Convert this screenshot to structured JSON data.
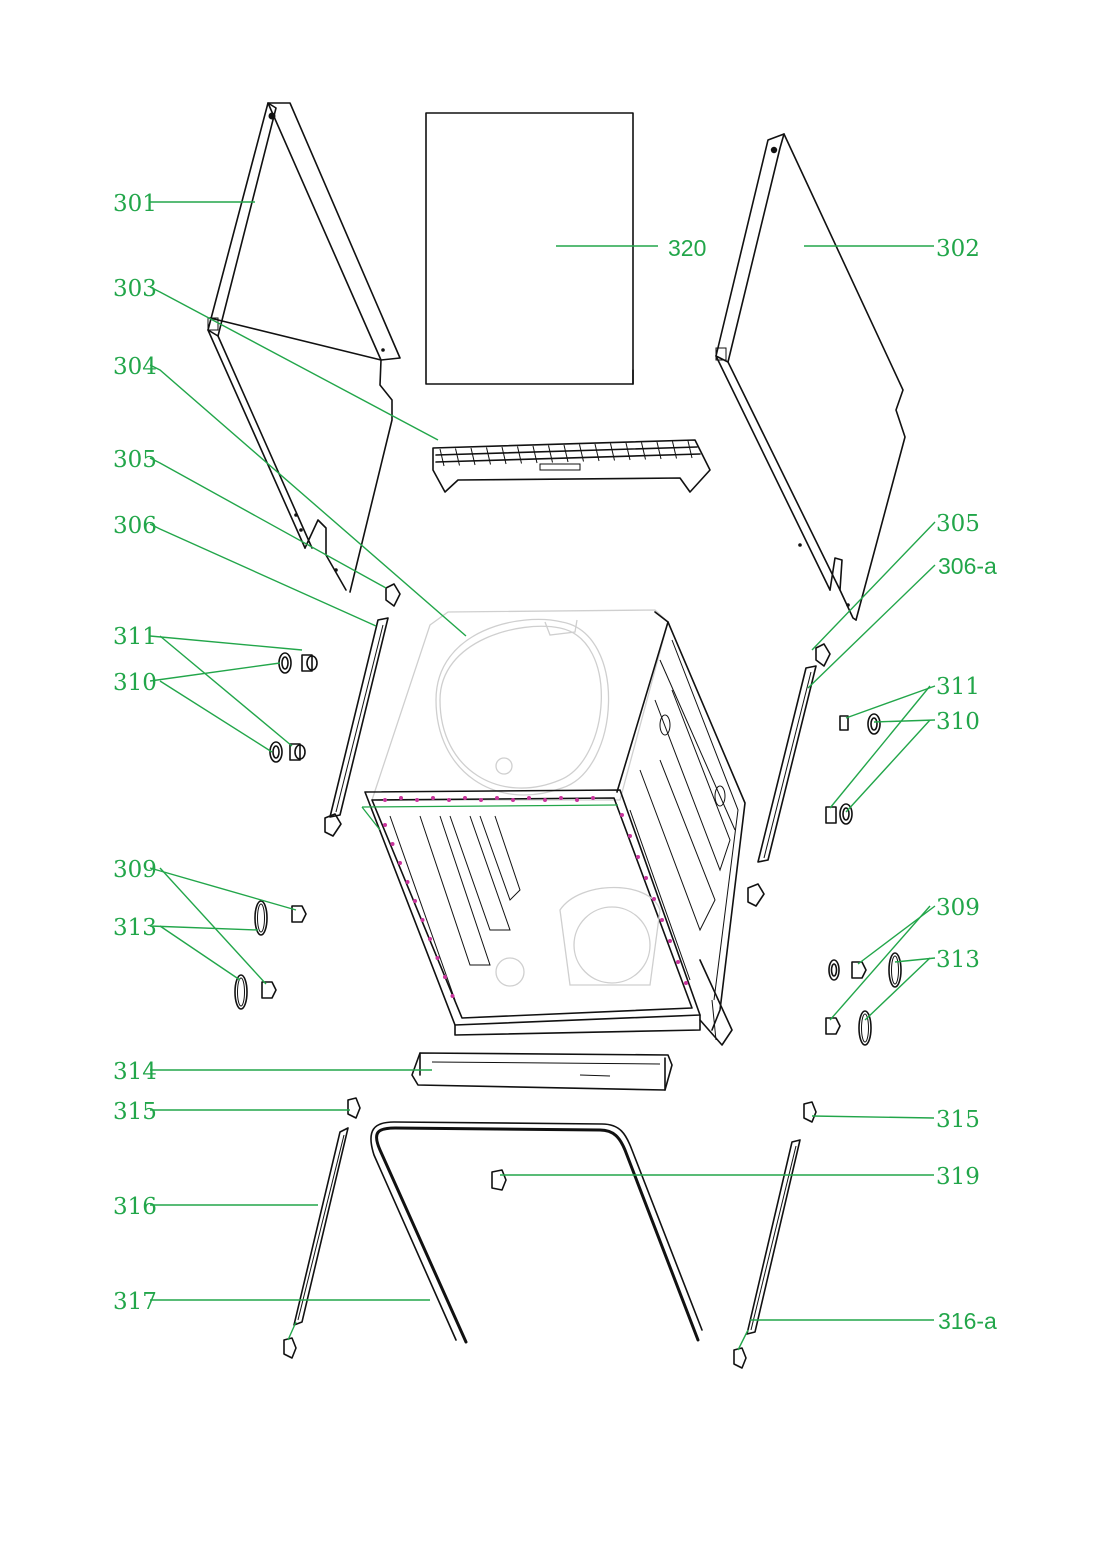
{
  "colors": {
    "callout": "#22a64a",
    "line": "#111111",
    "ghost": "#cfcfcf",
    "screw_marker": "#c8349c"
  },
  "callouts": {
    "c301": "301",
    "c302": "302",
    "c303": "303",
    "c304": "304",
    "c305_left": "305",
    "c305_right": "305",
    "c306": "306",
    "c306a": "306-a",
    "c309_left": "309",
    "c309_right": "309",
    "c310_left": "310",
    "c310_right": "310",
    "c311_left": "311",
    "c311_right": "311",
    "c313_left": "313",
    "c313_right": "313",
    "c314": "314",
    "c315_left": "315",
    "c315_right": "315",
    "c316": "316",
    "c316a": "316-a",
    "c317": "317",
    "c319": "319",
    "c320": "320"
  }
}
